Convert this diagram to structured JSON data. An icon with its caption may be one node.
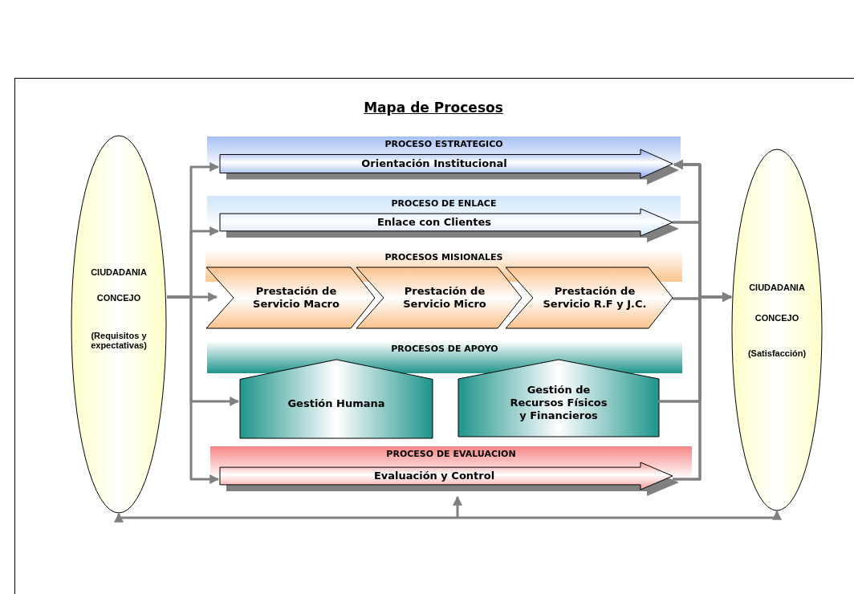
{
  "diagram": {
    "title": "Mapa de Procesos",
    "nodes": [
      {
        "text": [
          "CIUDADANIA",
          "CONCEJO",
          "(Requisitos y expectativas)"
        ]
      },
      {
        "text": [
          "PROCESO ESTRATEGICO"
        ]
      },
      {
        "text": [
          "Orientación Institucional"
        ],
        "in": 1
      },
      {
        "text": [
          "PROCESO DE ENLACE"
        ]
      },
      {
        "text": [
          "Enlace con Clientes"
        ],
        "in": 3
      },
      {
        "text": [
          "PROCESOS MISIONALES"
        ]
      },
      {
        "text": [
          "Prestación de Servicio Macro"
        ],
        "in": 5
      },
      {
        "text": [
          "Prestación de Servicio Micro"
        ],
        "in": 5
      },
      {
        "text": [
          "Prestación de Servicio R.F y J.C."
        ],
        "in": 5
      },
      {
        "text": [
          "PROCESOS DE APOYO"
        ]
      },
      {
        "text": [
          "Gestión Humana"
        ],
        "in": 9
      },
      {
        "text": [
          "Gestión de Recursos Físicos y Financieros"
        ],
        "in": 9
      },
      {
        "text": [
          "PROCESO DE EVALUACION"
        ]
      },
      {
        "text": [
          "Evaluación y Control"
        ],
        "in": 12
      },
      {
        "text": [
          "CIUDADANIA",
          "CONCEJO",
          "(Satisfacción)"
        ]
      }
    ],
    "edges": [
      {
        "from": 0,
        "to": 2,
        "arrow": "to"
      },
      {
        "from": 0,
        "to": 4,
        "arrow": "to"
      },
      {
        "from": 0,
        "to": 6,
        "arrow": "to"
      },
      {
        "from": 0,
        "to": 10,
        "arrow": "to"
      },
      {
        "from": 0,
        "to": 13,
        "arrow": "to"
      },
      {
        "from": 4,
        "to": 2,
        "arrow": "to"
      },
      {
        "from": 8,
        "to": 2,
        "arrow": "to"
      },
      {
        "from": 11,
        "to": 2,
        "arrow": "to"
      },
      {
        "from": 13,
        "to": 2,
        "arrow": "to"
      },
      {
        "from": 4,
        "to": 14,
        "arrow": "to"
      },
      {
        "from": 8,
        "to": 14,
        "arrow": "to"
      },
      {
        "from": 11,
        "to": 14,
        "arrow": "to"
      },
      {
        "from": 13,
        "to": 14,
        "arrow": "to"
      },
      {
        "from": null,
        "to": 0,
        "arrow": "to"
      },
      {
        "from": null,
        "to": 13,
        "arrow": "to"
      },
      {
        "from": null,
        "to": 14,
        "arrow": "to"
      }
    ]
  }
}
